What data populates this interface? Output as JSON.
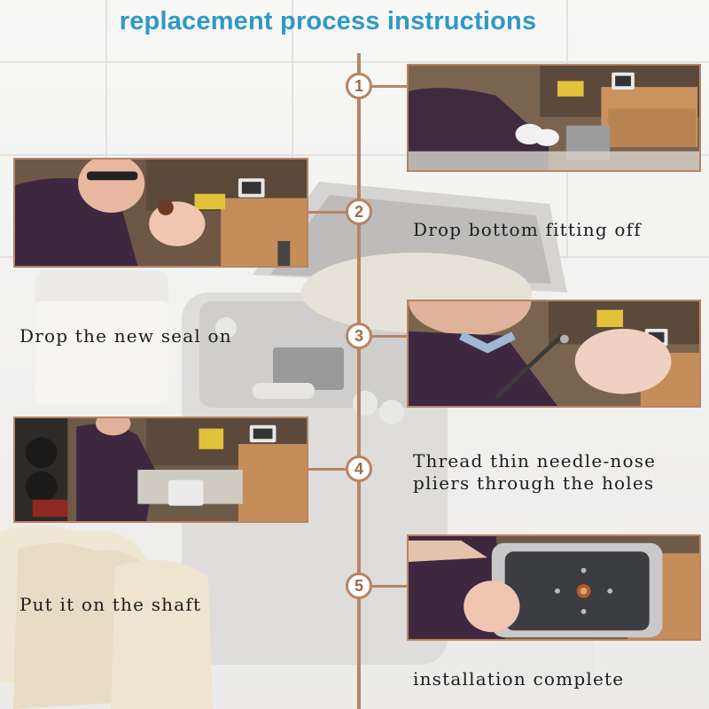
{
  "title": "replacement process instructions",
  "steps": [
    {
      "number": "1",
      "caption": "",
      "image": "man-removing-part-photo"
    },
    {
      "number": "2",
      "caption": "Drop bottom fitting off",
      "image": "man-holding-fitting-photo"
    },
    {
      "number": "3",
      "caption": "Drop the new seal on",
      "image": "pliers-holding-seal-photo"
    },
    {
      "number": "4",
      "caption_lines": [
        "Thread thin needle-nose",
        "pliers through the holes"
      ],
      "image": "man-at-workbench-photo"
    },
    {
      "number": "5",
      "caption": "installation complete",
      "image": "bread-pan-closeup-photo"
    }
  ],
  "left_captions": {
    "step3": "Drop the new seal on",
    "step5": "Put it on the shaft"
  },
  "colors": {
    "title": "#2f98c7",
    "accent": "#b88463",
    "caption": "#1c1c1c"
  }
}
